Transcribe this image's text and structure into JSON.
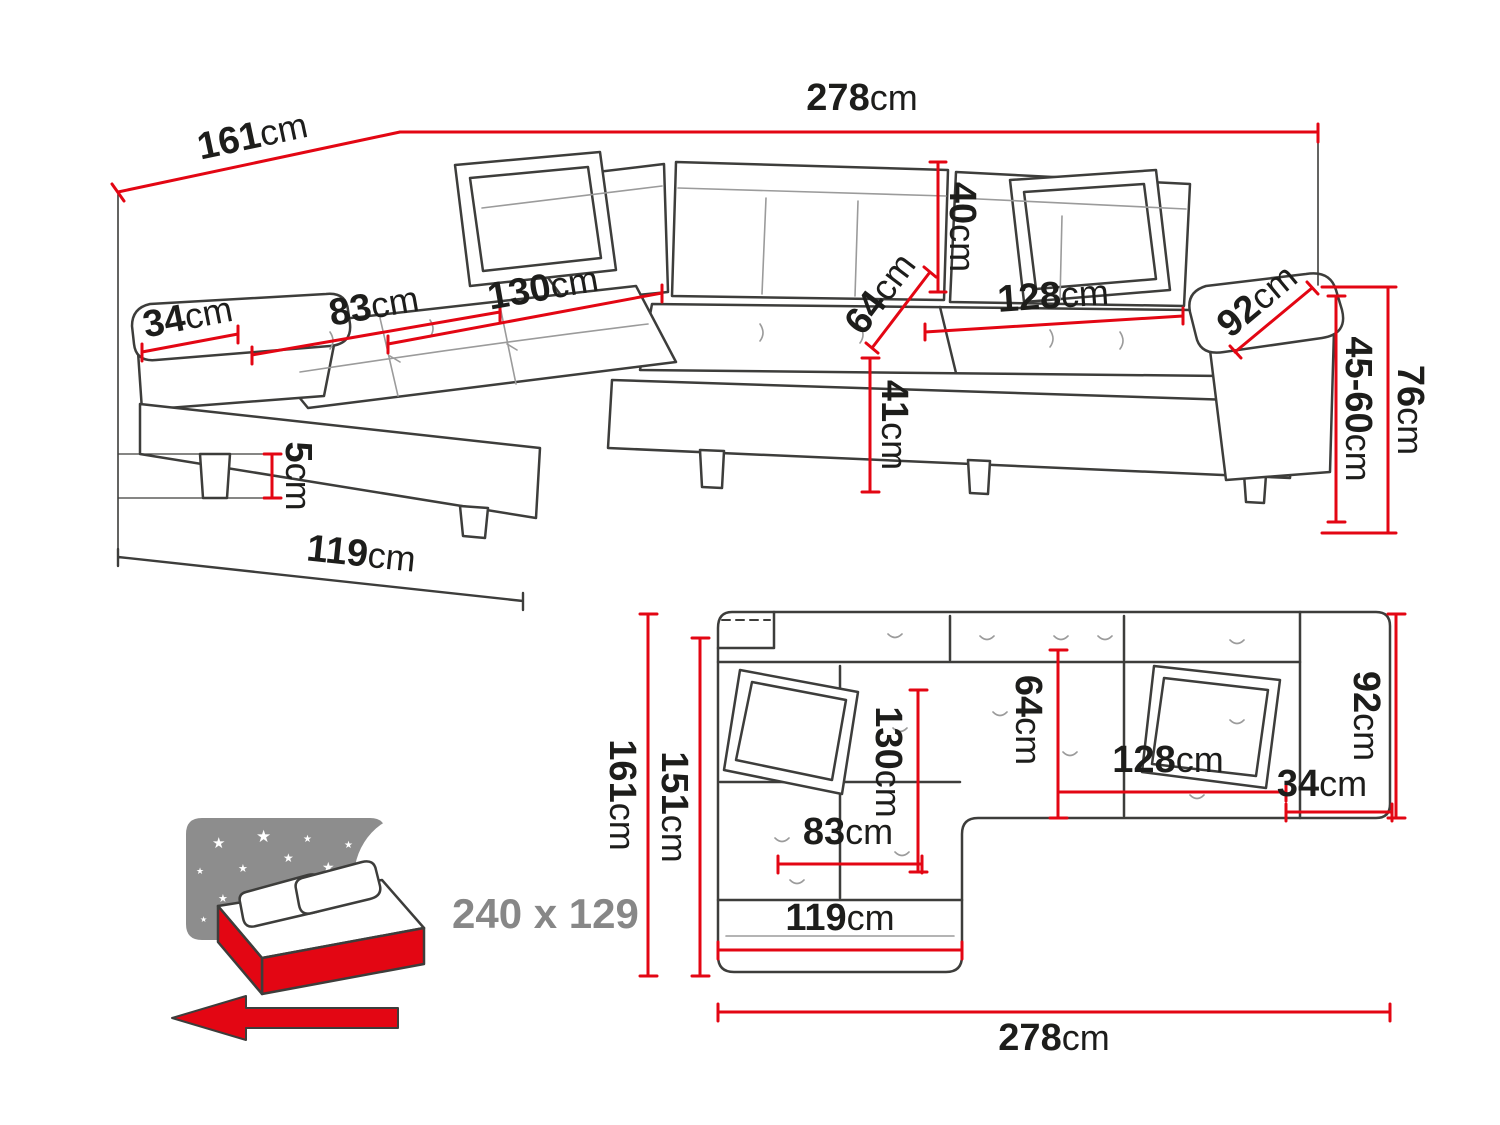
{
  "colors": {
    "dimension_red": "#e30613",
    "outline_dark": "#3d3d3b",
    "detail_gray": "#9b9b9b",
    "icon_gray": "#8d8d8d",
    "label_black": "#1d1d1b",
    "icon_text_gray": "#878787"
  },
  "icons": {
    "star": "★"
  },
  "perspective_view": {
    "dims": {
      "total_width": {
        "value": "278",
        "unit": "cm"
      },
      "total_depth": {
        "value": "161",
        "unit": "cm"
      },
      "backrest_height": {
        "value": "40",
        "unit": "cm"
      },
      "seat_depth": {
        "value": "64",
        "unit": "cm"
      },
      "seat_width": {
        "value": "128",
        "unit": "cm"
      },
      "armrest_length": {
        "value": "92",
        "unit": "cm"
      },
      "armrest_width": {
        "value": "34",
        "unit": "cm"
      },
      "chaise_width": {
        "value": "83",
        "unit": "cm"
      },
      "chaise_length": {
        "value": "130",
        "unit": "cm"
      },
      "total_height": {
        "value": "76",
        "unit": "cm"
      },
      "backrest_height_range": {
        "value": "45-60",
        "unit": "cm"
      },
      "seat_height": {
        "value": "41",
        "unit": "cm"
      },
      "leg_height": {
        "value": "5",
        "unit": "cm"
      },
      "chaise_depth": {
        "value": "119",
        "unit": "cm"
      }
    }
  },
  "top_view": {
    "dims": {
      "total_depth": {
        "value": "161",
        "unit": "cm"
      },
      "inner_depth": {
        "value": "151",
        "unit": "cm"
      },
      "armrest_length": {
        "value": "92",
        "unit": "cm"
      },
      "seat_depth": {
        "value": "64",
        "unit": "cm"
      },
      "chaise_length": {
        "value": "130",
        "unit": "cm"
      },
      "seat_width": {
        "value": "128",
        "unit": "cm"
      },
      "armrest_width": {
        "value": "34",
        "unit": "cm"
      },
      "chaise_width": {
        "value": "83",
        "unit": "cm"
      },
      "chaise_depth": {
        "value": "119",
        "unit": "cm"
      },
      "total_width": {
        "value": "278",
        "unit": "cm"
      }
    }
  },
  "sleeping_area": {
    "label": "240 x 129"
  }
}
